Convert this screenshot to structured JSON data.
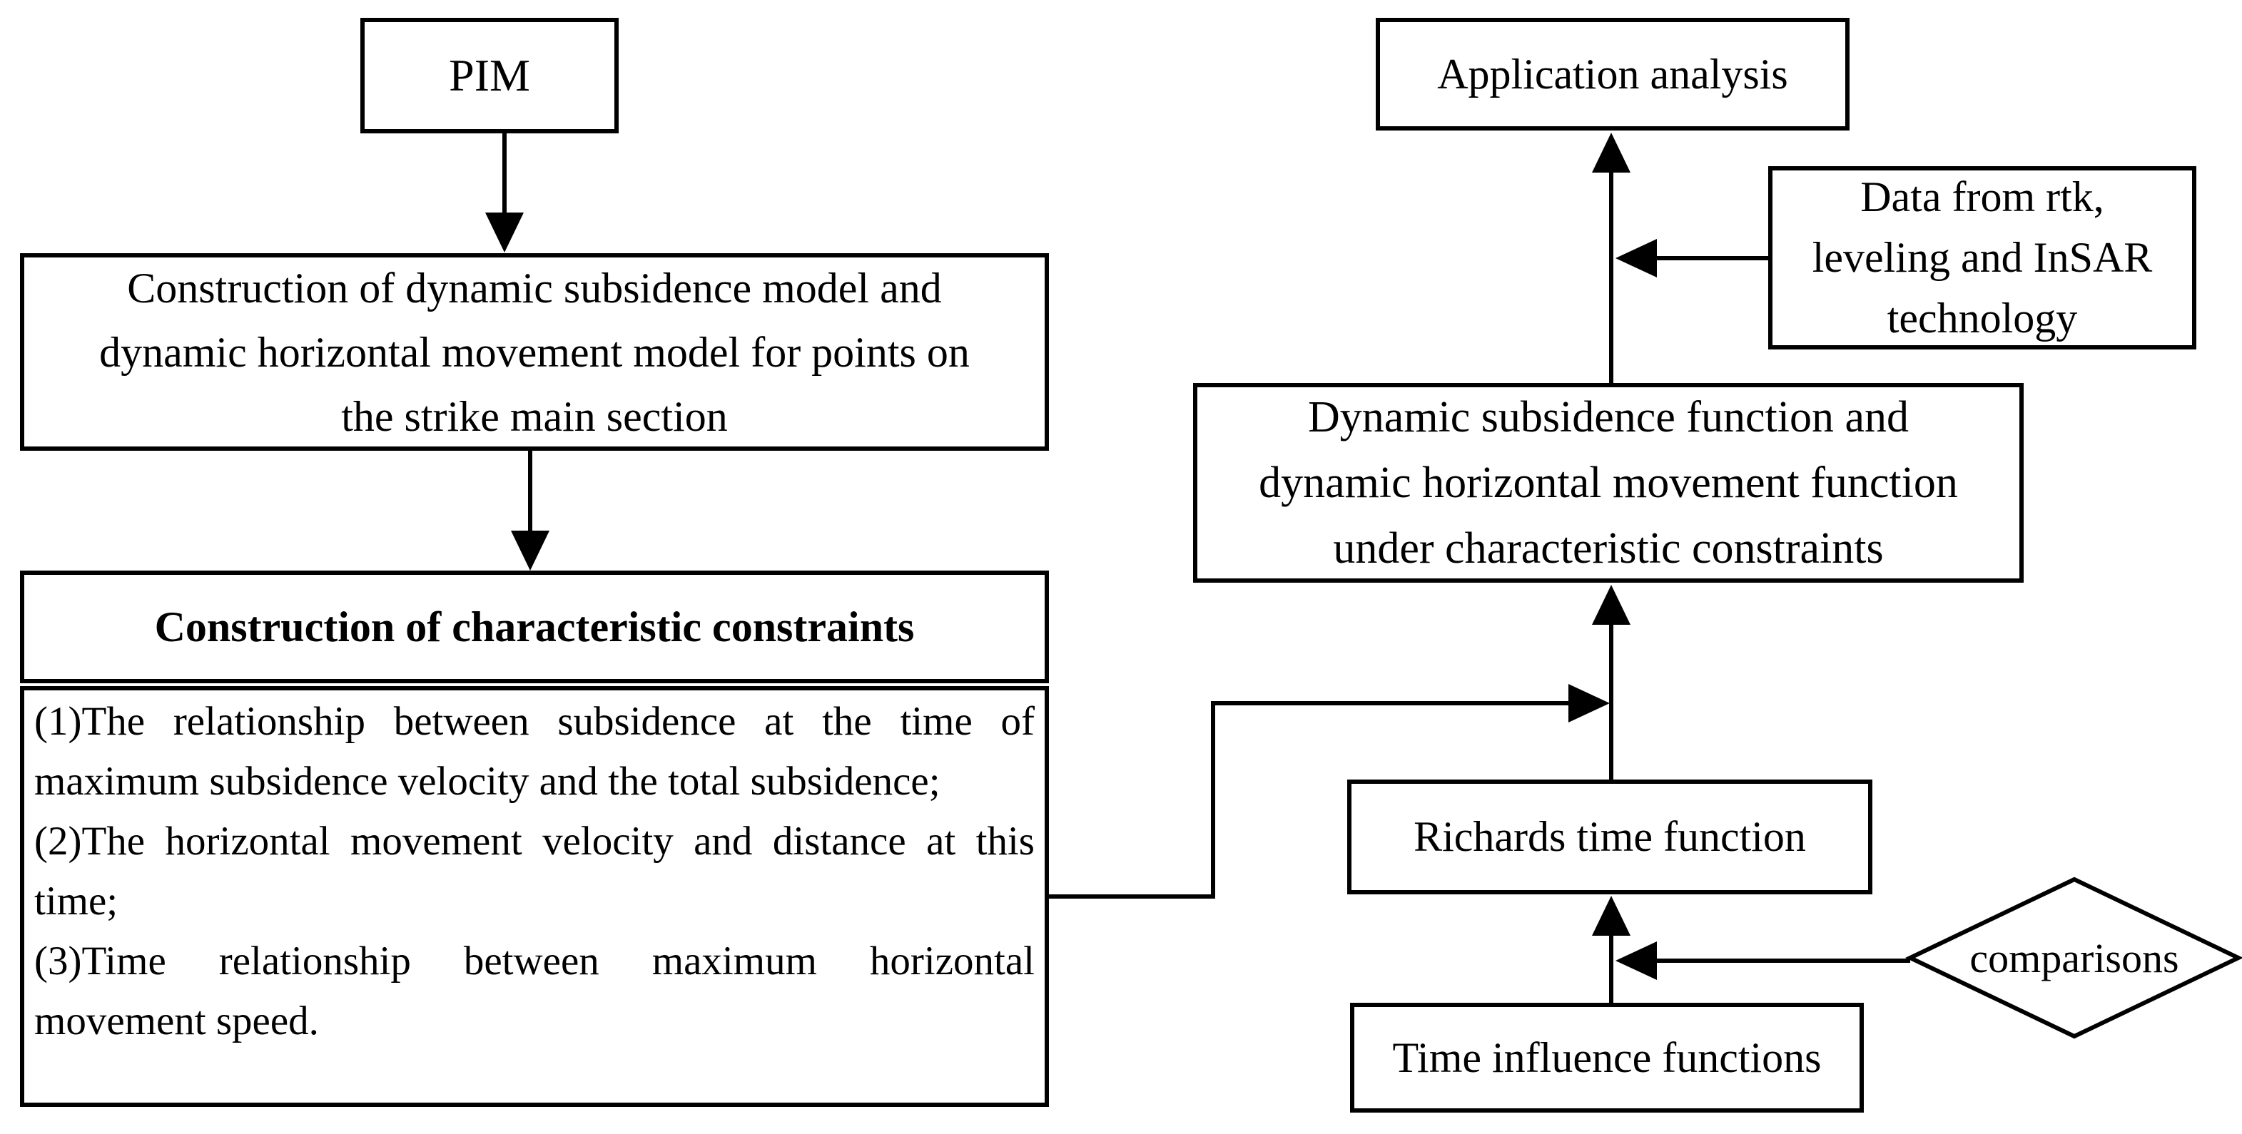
{
  "canvas": {
    "ink_color": "#000000",
    "paper_color": "#ffffff"
  },
  "left_column": {
    "pim_box": {
      "label": "PIM"
    },
    "model_box": {
      "lines": [
        "Construction of dynamic subsidence model and",
        "dynamic horizontal movement model for points on",
        "the strike main section"
      ]
    },
    "constraints_box": {
      "header": "Construction of characteristic constraints",
      "items": [
        "(1)The relationship between subsidence at the time of maximum subsidence velocity and the total subsidence;",
        "(2)The horizontal movement velocity and distance at this time;",
        "(3)Time relationship between maximum horizontal movement speed."
      ]
    }
  },
  "right_column": {
    "application_box": {
      "label": "Application analysis"
    },
    "data_box": {
      "lines": [
        "Data from rtk,",
        "leveling and InSAR",
        "technology"
      ]
    },
    "dynamic_box": {
      "lines": [
        "Dynamic subsidence function and",
        "dynamic horizontal movement function",
        "under characteristic constraints"
      ]
    },
    "richards_box": {
      "label": "Richards time function"
    },
    "time_influence_box": {
      "label": "Time influence functions"
    },
    "comparisons_diamond": {
      "label": "comparisons"
    }
  }
}
